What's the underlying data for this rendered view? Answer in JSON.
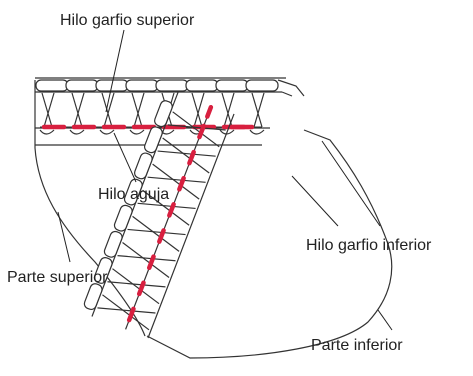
{
  "diagram": {
    "labels": {
      "upper_looper_thread": "Hilo garfio superior",
      "needle_thread": "Hilo aguja",
      "lower_looper_thread": "Hilo garfio inferior",
      "upper_fabric": "Parte superior",
      "lower_fabric": "Parte inferior"
    },
    "colors": {
      "needle_thread": "#d81f3f",
      "outline": "#333333",
      "background": "#ffffff"
    }
  }
}
